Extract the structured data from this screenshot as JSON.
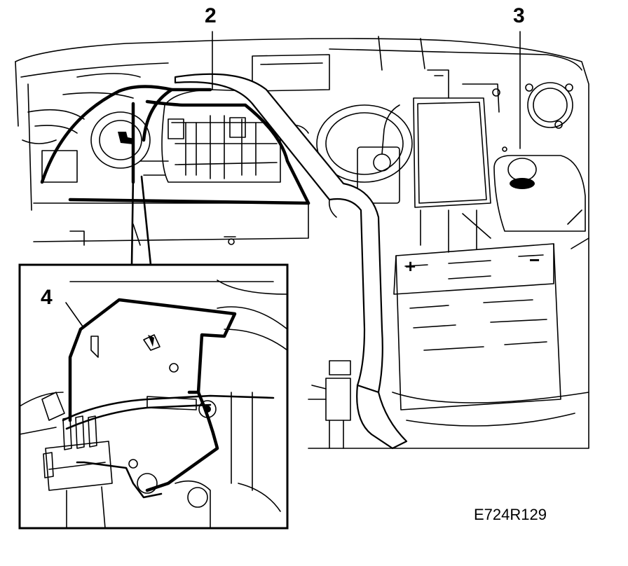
{
  "callouts": {
    "item_2": "2",
    "item_3": "3",
    "item_4": "4"
  },
  "figure_id": "E724R129",
  "battery_symbols": {
    "plus": "+",
    "minus": "−"
  }
}
